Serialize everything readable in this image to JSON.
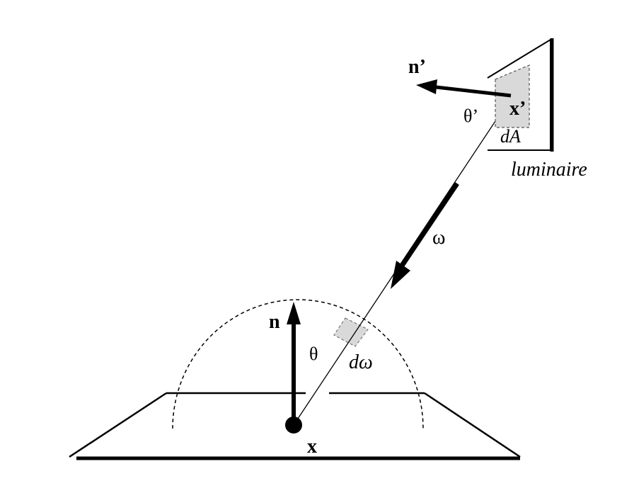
{
  "labels": {
    "surface_normal": "n",
    "surface_angle": "θ",
    "surface_point": "x",
    "solid_angle_element": "dω",
    "direction": "ω",
    "luminaire_normal": "n’",
    "luminaire_angle": "θ’",
    "luminaire_point": "x’",
    "area_element": "dA",
    "luminaire": "luminaire"
  },
  "colors": {
    "ink": "#000000",
    "patch_fill": "#d9d9d9"
  }
}
